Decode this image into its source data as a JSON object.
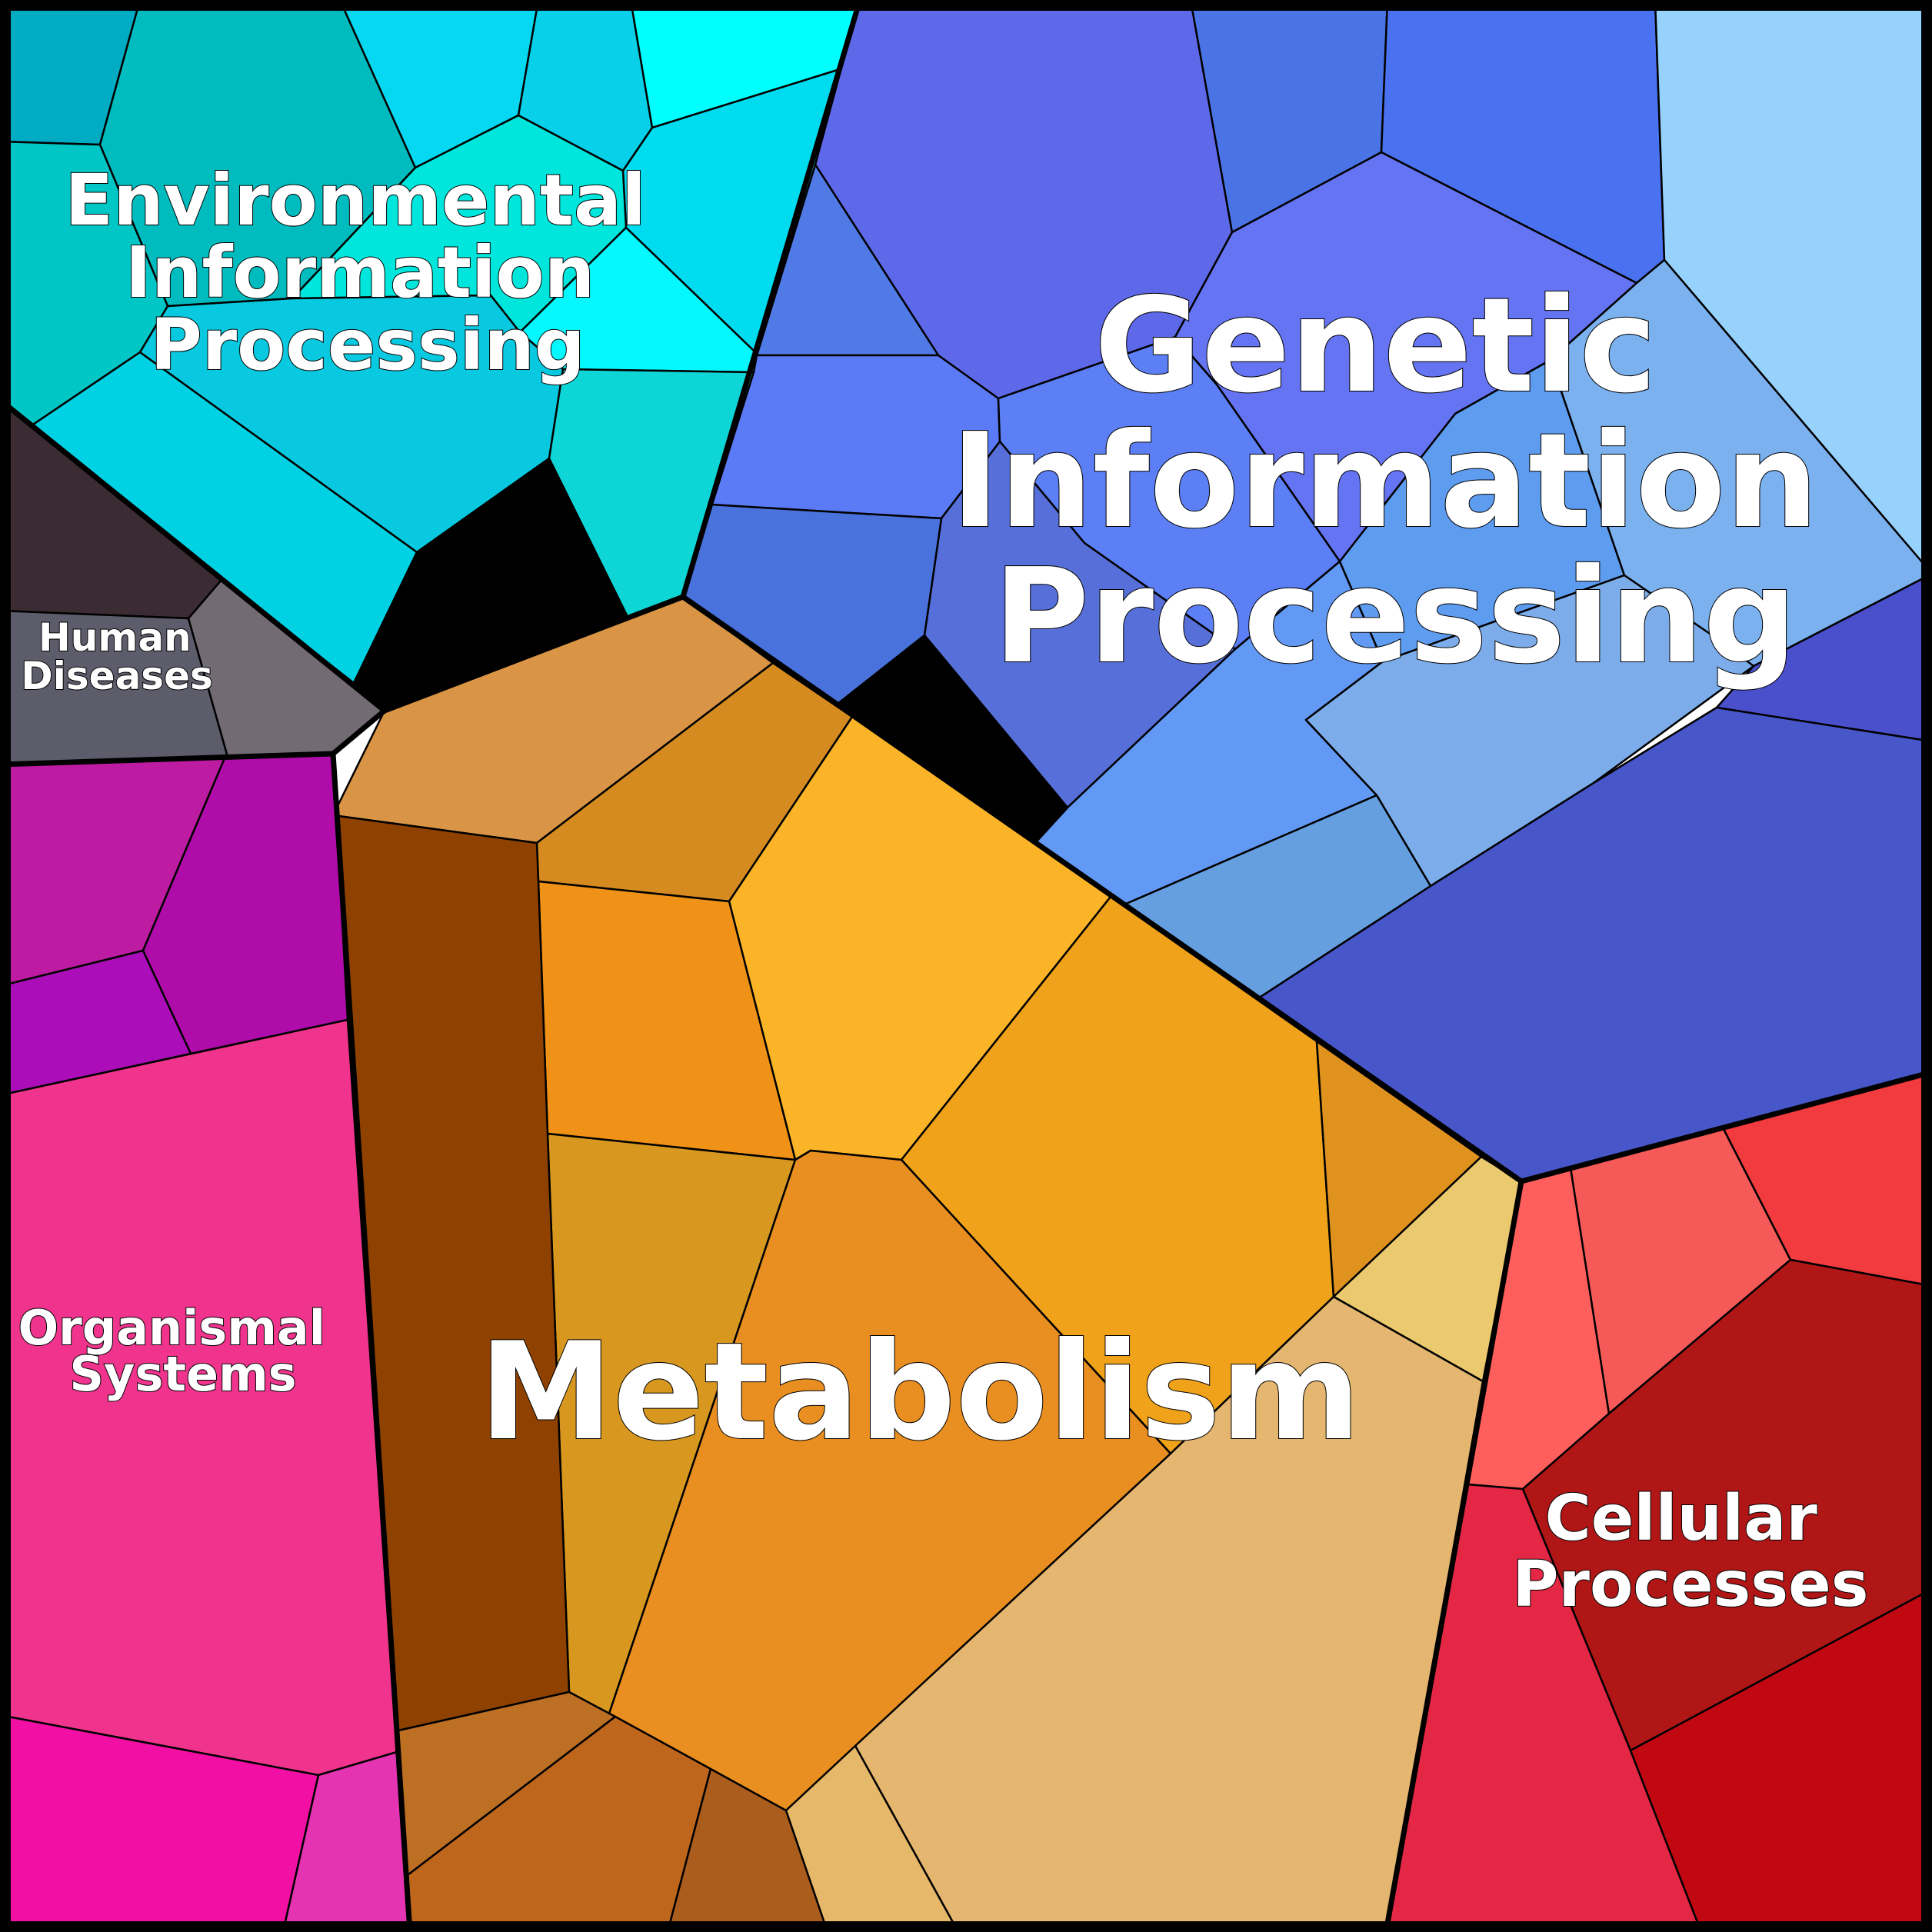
{
  "regions": [
    {
      "id": "metabolism",
      "label": [
        "Metabolism"
      ],
      "cell_colors": [
        "#d99445",
        "#d58b1f",
        "#fbb428",
        "#ef9217",
        "#efa21a",
        "#e0921f",
        "#d89820",
        "#e98e20",
        "#ebc96e",
        "#e4b670",
        "#e6b86a",
        "#8f4100",
        "#bd6f23",
        "#bf661d",
        "#ab5d1e"
      ]
    },
    {
      "id": "genetic-information-processing",
      "label": [
        "Genetic",
        "Information",
        "Processing"
      ],
      "cell_colors": [
        "#5d69e8",
        "#4a74e6",
        "#4a72f0",
        "#97d2fd",
        "#6574f2",
        "#507ae6",
        "#5b7af5",
        "#5c7ff5",
        "#576fd8",
        "#6299f5",
        "#5e9cf0",
        "#7cb1f0",
        "#7cadea",
        "#659fe0",
        "#4a4fcc",
        "#4756c8",
        "#4a72dc"
      ]
    },
    {
      "id": "environmental-information-processing",
      "label": [
        "Environmental",
        "Information",
        "Processing"
      ],
      "cell_colors": [
        "#00acc4",
        "#00bcbf",
        "#07d8f2",
        "#08d0e8",
        "#00ffff",
        "#00dcef",
        "#00c6c6",
        "#00e6dc",
        "#04f8fd",
        "#08c9df",
        "#00d2e3",
        "#0fd6d6"
      ]
    },
    {
      "id": "human-diseases",
      "label": [
        "Human",
        "Diseases"
      ],
      "cell_colors": [
        "#3a2c32",
        "#5d5c6b",
        "#736b74"
      ]
    },
    {
      "id": "organismal-systems",
      "label": [
        "Organismal",
        "Systems"
      ],
      "cell_colors": [
        "#bd1ba2",
        "#b00ca9",
        "#ab0eb8",
        "#f0348e",
        "#f20fa4",
        "#e534b1"
      ]
    },
    {
      "id": "cellular-processes",
      "label": [
        "Cellular",
        "Processes"
      ],
      "cell_colors": [
        "#ff5f5c",
        "#f55a58",
        "#f23b3e",
        "#b01616",
        "#e32744",
        "#c10812"
      ]
    }
  ]
}
